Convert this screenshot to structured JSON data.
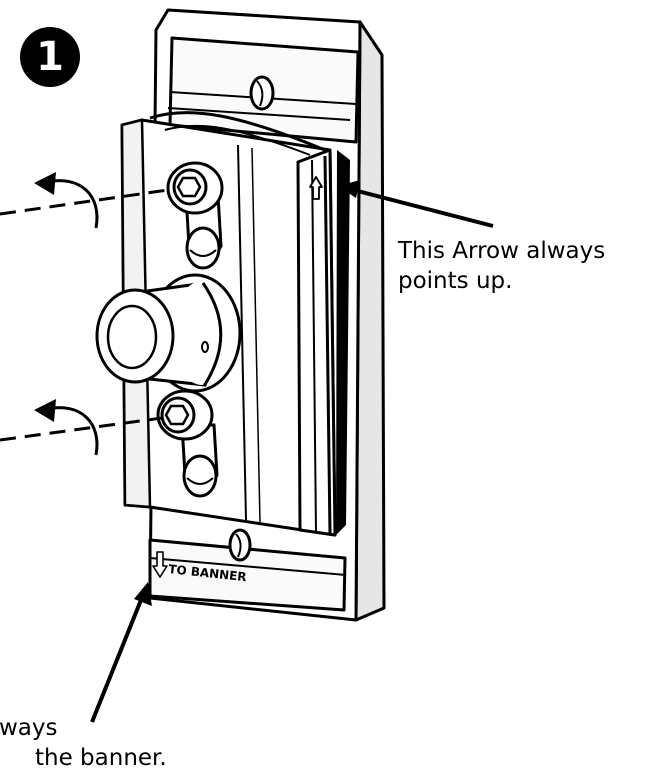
{
  "step": {
    "number": "1"
  },
  "callouts": {
    "arrow_up": [
      "This Arrow always",
      "points up."
    ],
    "to_banner": [
      "ways",
      "the banner."
    ]
  },
  "plate_label": "TO BANNER",
  "colors": {
    "ink": "#000000",
    "paper": "#ffffff",
    "shadow": "#d6d6d6"
  },
  "icons": [
    "rotate-arrow-icon",
    "hex-bolt-icon",
    "up-arrow-icon",
    "down-arrow-icon"
  ]
}
